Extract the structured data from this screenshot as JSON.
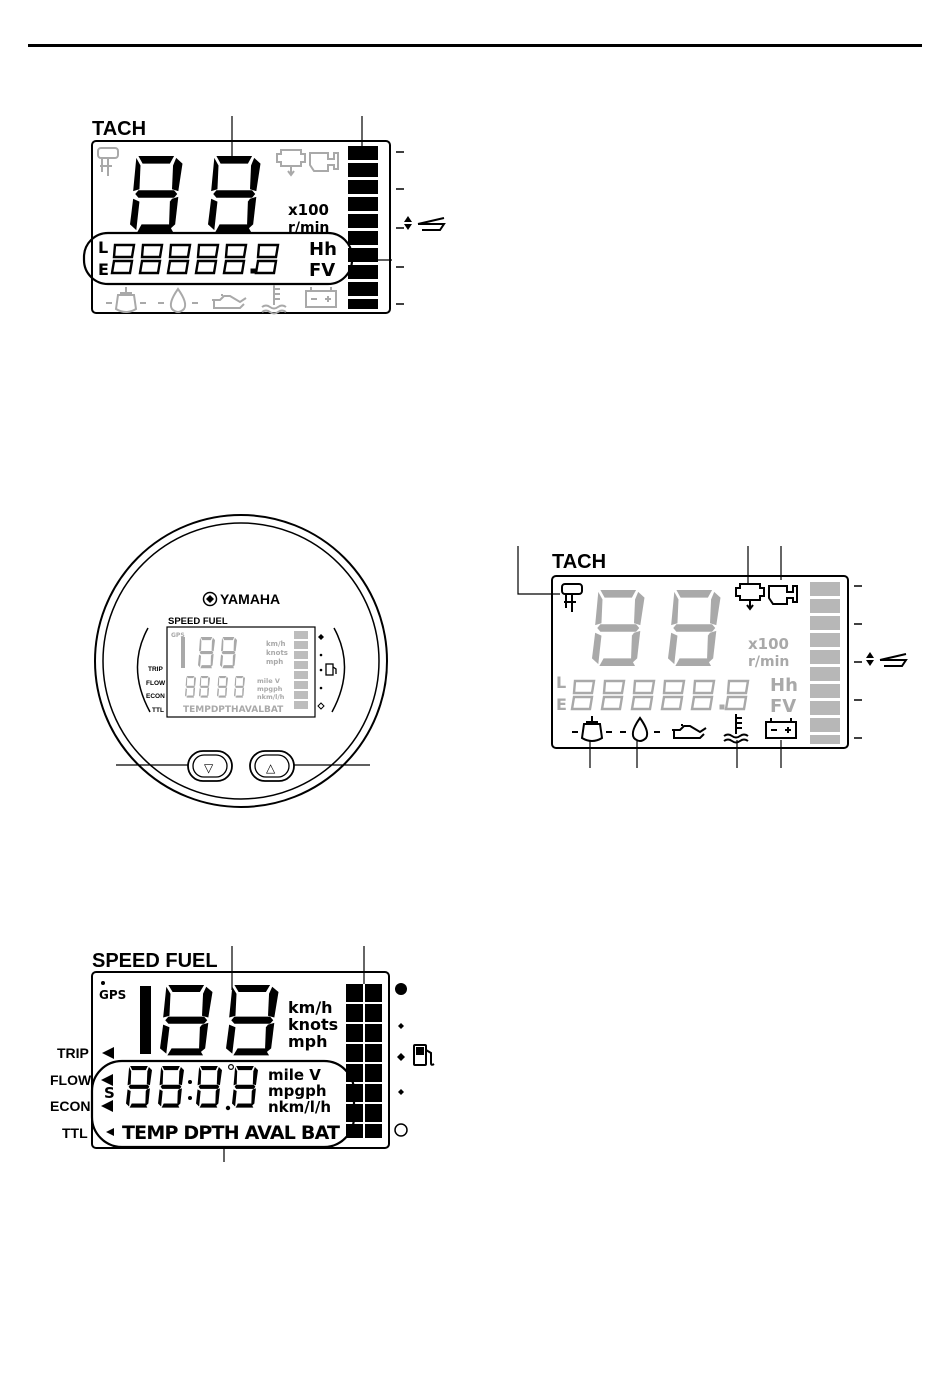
{
  "tach_panel_1": {
    "title": "TACH",
    "multiplier": "x100",
    "rpm_unit": "r/min",
    "hour_unit": "Hh",
    "volt_unit": "FV",
    "low_letter": "L",
    "empty_letter": "E"
  },
  "gauge": {
    "brand": "YAMAHA",
    "header": "SPEED FUEL",
    "gps_label": "GPS",
    "speed_units": [
      "km/h",
      "knots",
      "mph"
    ],
    "lower_units": [
      "mile V",
      "mpgph",
      "nkm/l/h"
    ],
    "mode_labels": [
      "TRIP",
      "FLOW",
      "ECON",
      "TTL"
    ],
    "bottom_row": "TEMPDPTHAVALBAT",
    "down_symbol": "▽",
    "up_symbol": "△"
  },
  "tach_panel_2": {
    "title": "TACH",
    "multiplier": "x100",
    "rpm_unit": "r/min",
    "hour_unit": "Hh",
    "volt_unit": "FV",
    "low_letter": "L",
    "empty_letter": "E"
  },
  "speed_panel": {
    "header": "SPEED FUEL",
    "gps_label": "GPS",
    "speed_units": [
      "km/h",
      "knots",
      "mph"
    ],
    "lower_units": [
      "mile V",
      "mpgph",
      "nkm/l/h"
    ],
    "mode_labels": [
      "TRIP",
      "FLOW",
      "ECON",
      "TTL"
    ],
    "bottom_row": "TEMP DPTH AVAL BAT",
    "s_letter": "S"
  },
  "colors": {
    "ink": "#000000",
    "inactive_segment": "#a9a9a9",
    "paper": "#ffffff"
  }
}
